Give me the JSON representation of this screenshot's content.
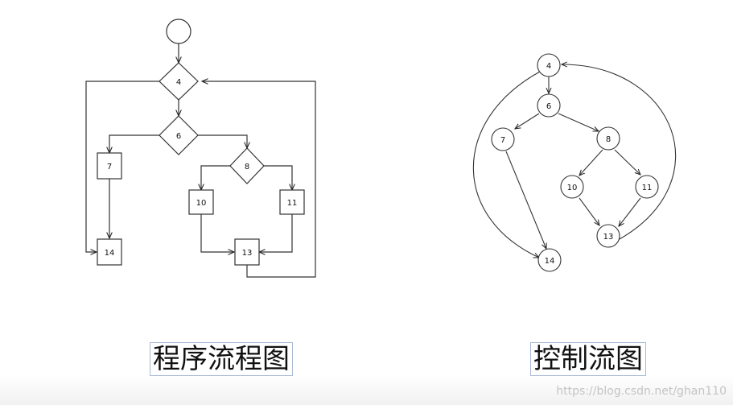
{
  "flowchart": {
    "caption": "程序流程图",
    "nodes": [
      {
        "id": "start",
        "label": ""
      },
      {
        "id": "d4",
        "label": "4"
      },
      {
        "id": "d6",
        "label": "6"
      },
      {
        "id": "b7",
        "label": "7"
      },
      {
        "id": "d8",
        "label": "8"
      },
      {
        "id": "b10",
        "label": "10"
      },
      {
        "id": "b11",
        "label": "11"
      },
      {
        "id": "b13",
        "label": "13"
      },
      {
        "id": "b14",
        "label": "14"
      }
    ]
  },
  "control_flow_graph": {
    "caption": "控制流图",
    "nodes": [
      {
        "id": "n4",
        "label": "4"
      },
      {
        "id": "n6",
        "label": "6"
      },
      {
        "id": "n7",
        "label": "7"
      },
      {
        "id": "n8",
        "label": "8"
      },
      {
        "id": "n10",
        "label": "10"
      },
      {
        "id": "n11",
        "label": "11"
      },
      {
        "id": "n13",
        "label": "13"
      },
      {
        "id": "n14",
        "label": "14"
      }
    ],
    "edges": [
      [
        "4",
        "6"
      ],
      [
        "6",
        "7"
      ],
      [
        "6",
        "8"
      ],
      [
        "7",
        "14"
      ],
      [
        "8",
        "10"
      ],
      [
        "8",
        "11"
      ],
      [
        "10",
        "13"
      ],
      [
        "11",
        "13"
      ],
      [
        "13",
        "4"
      ],
      [
        "4",
        "14"
      ]
    ]
  },
  "watermark": "https://blog.csdn.net/ghan110"
}
